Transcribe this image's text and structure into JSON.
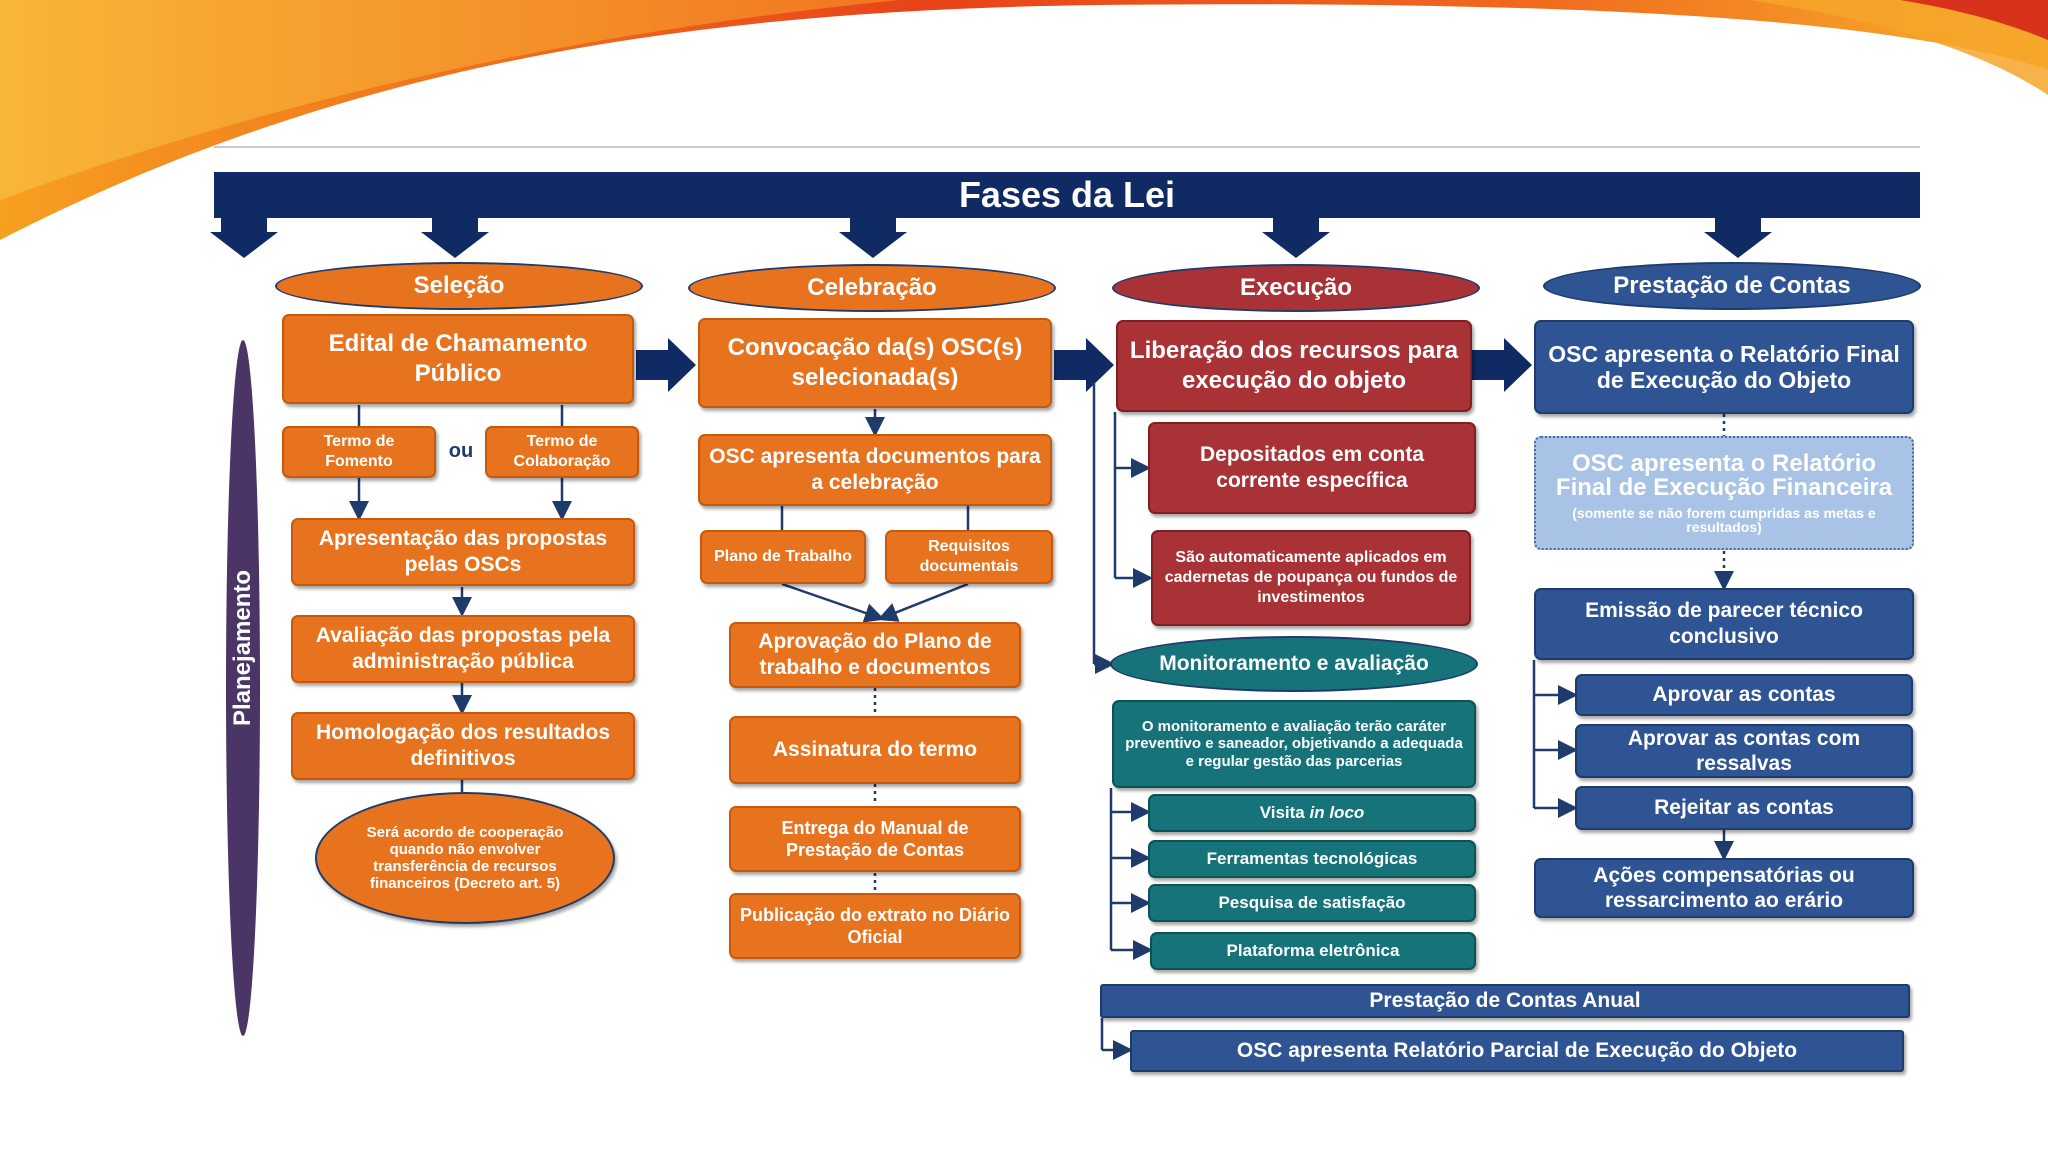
{
  "title": "Fases da Lei",
  "planning_label": "Planejamento",
  "phases": {
    "selecao": "Seleção",
    "celebracao": "Celebração",
    "execucao": "Execução",
    "prestacao": "Prestação de Contas"
  },
  "selecao": {
    "edital": "Edital de Chamamento Público",
    "termo_fomento": "Termo de Fomento",
    "ou": "ou",
    "termo_colaboracao": "Termo de Colaboração",
    "apresentacao": "Apresentação das propostas pelas OSCs",
    "avaliacao": "Avaliação das propostas pela administração pública",
    "homologacao": "Homologação dos resultados definitivos",
    "acordo": "Será acordo de cooperação quando não envolver transferência de recursos financeiros (Decreto art. 5)"
  },
  "celebracao": {
    "convocacao": "Convocação da(s) OSC(s) selecionada(s)",
    "documentos": "OSC apresenta documentos para a celebração",
    "plano": "Plano de Trabalho",
    "requisitos": "Requisitos documentais",
    "aprovacao": "Aprovação do Plano de trabalho e documentos",
    "assinatura": "Assinatura do termo",
    "manual": "Entrega do Manual de Prestação de Contas",
    "publicacao": "Publicação do extrato no Diário Oficial"
  },
  "execucao": {
    "liberacao": "Liberação dos recursos para execução do objeto",
    "depositados": "Depositados em conta corrente específica",
    "aplicados": "São automaticamente aplicados em cadernetas de poupança ou fundos de investimentos",
    "monitoramento": "Monitoramento e avaliação",
    "monitoramento_desc": "O monitoramento e avaliação terão caráter preventivo e saneador, objetivando a adequada e regular gestão das parcerias",
    "visita_prefix": "Visita ",
    "visita_italic": "in loco",
    "ferramentas": "Ferramentas tecnológicas",
    "pesquisa": "Pesquisa de satisfação",
    "plataforma": "Plataforma eletrônica"
  },
  "prestacao": {
    "relatorio_objeto": "OSC apresenta o Relatório Final de Execução do Objeto",
    "relatorio_financeiro": "OSC apresenta o Relatório Final de Execução Financeira",
    "relatorio_financeiro_note": "(somente se não forem cumpridas as metas e resultados)",
    "parecer": "Emissão de parecer técnico conclusivo",
    "aprovar": "Aprovar as contas",
    "aprovar_ressalvas": "Aprovar as contas com ressalvas",
    "rejeitar": "Rejeitar as contas",
    "acoes": "Ações compensatórias ou ressarcimento ao erário"
  },
  "anual": {
    "titulo": "Prestação de Contas Anual",
    "parcial": "OSC apresenta Relatório Parcial de Execução do Objeto"
  },
  "colors": {
    "navy": "#102a63",
    "orange": "#e8731e",
    "red": "#a83235",
    "teal": "#16737a",
    "blue": "#2f5493",
    "light_blue": "#a9c3e6",
    "planning": "#4a3566"
  }
}
